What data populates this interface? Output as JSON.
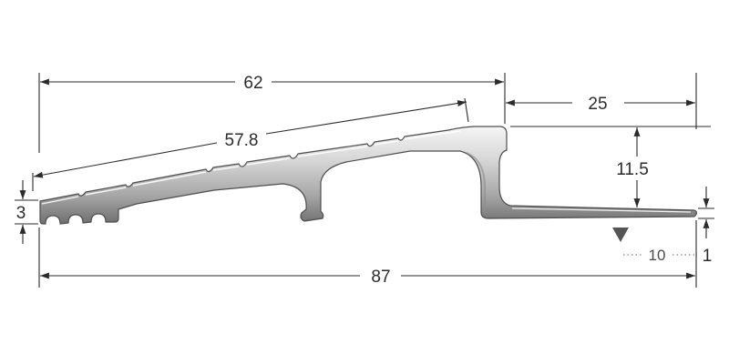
{
  "dimensions": {
    "top_width": "62",
    "slope_length": "57.8",
    "right_width": "25",
    "step_height": "11.5",
    "left_height": "3",
    "total_width": "87",
    "floor_depth": "10",
    "flange_thickness": "1"
  },
  "colors": {
    "profile_light": "#f4f4f4",
    "profile_mid": "#b9b9b9",
    "profile_dark": "#707070",
    "profile_outline": "#4d4d4d",
    "dimension": "#2b2b2b",
    "floor_marker": "#555555"
  }
}
